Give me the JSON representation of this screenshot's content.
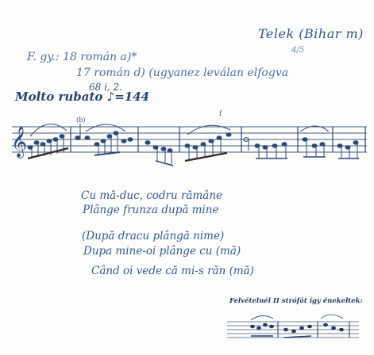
{
  "header": {
    "place": "Telek (Bihar m)",
    "place_sub": "4/5"
  },
  "meta": {
    "line1": "F. gy.: 18 román a)*",
    "line2": "17 román d) (ugyanez leválan elfogva",
    "line3": "68 i, 2.",
    "tempo": "Molto rubato ♪=144"
  },
  "lyrics": [
    "Cu mă-duc, codru rămâne",
    "Plânge frunza după mine",
    "(După dracu plângă nime)",
    "Dupa mine-oi plânge cu (mă)",
    "Când oi vede că mi-s răn (mă)"
  ],
  "note2": "Felvételnél II strófát így énekeltek:"
}
